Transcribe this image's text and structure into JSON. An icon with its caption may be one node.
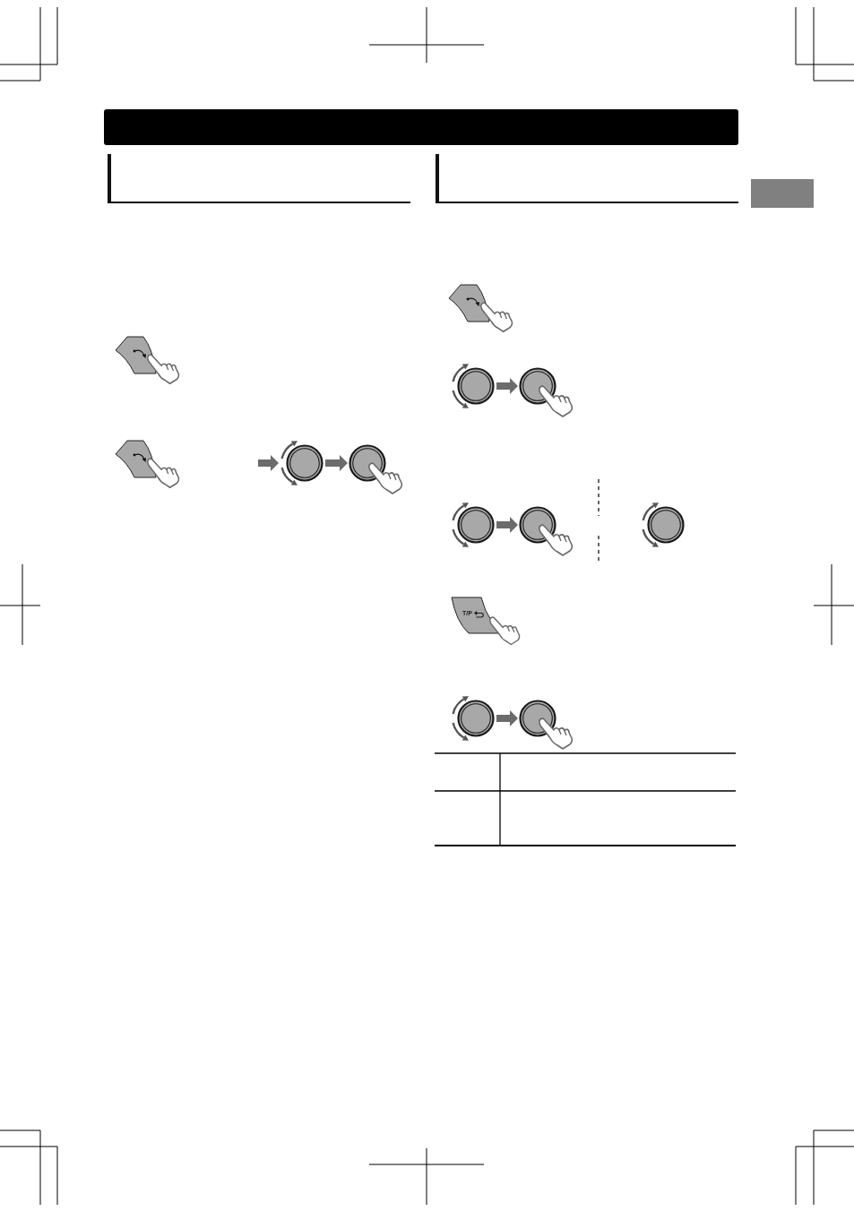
{
  "diagram": {
    "nodes": [
      {
        "text": [],
        "shape": "bar"
      },
      {
        "text": [],
        "shape": "picture"
      },
      {
        "text": [],
        "shape": "picture"
      },
      {
        "text": [],
        "shape": "picture"
      },
      {
        "text": [],
        "shape": "picture"
      },
      {
        "text": [],
        "shape": "picture"
      },
      {
        "text": [],
        "shape": "picture"
      },
      {
        "text": [],
        "shape": "picture"
      },
      {
        "text": [],
        "shape": "picture"
      },
      {
        "text": [],
        "shape": "picture"
      },
      {
        "text": [],
        "shape": "picture"
      },
      {
        "text": [
          "T/P"
        ]
      },
      {
        "text": [],
        "shape": "picture"
      },
      {
        "text": [],
        "shape": "picture"
      }
    ],
    "edges": [
      {
        "from": null,
        "to": 3,
        "arrow": "to"
      },
      {
        "from": 3,
        "to": 4,
        "arrow": "to"
      },
      {
        "from": 6,
        "to": 7,
        "arrow": "to"
      },
      {
        "from": 8,
        "to": 9,
        "arrow": "to"
      },
      {
        "from": 12,
        "to": 13,
        "arrow": "to"
      }
    ]
  }
}
